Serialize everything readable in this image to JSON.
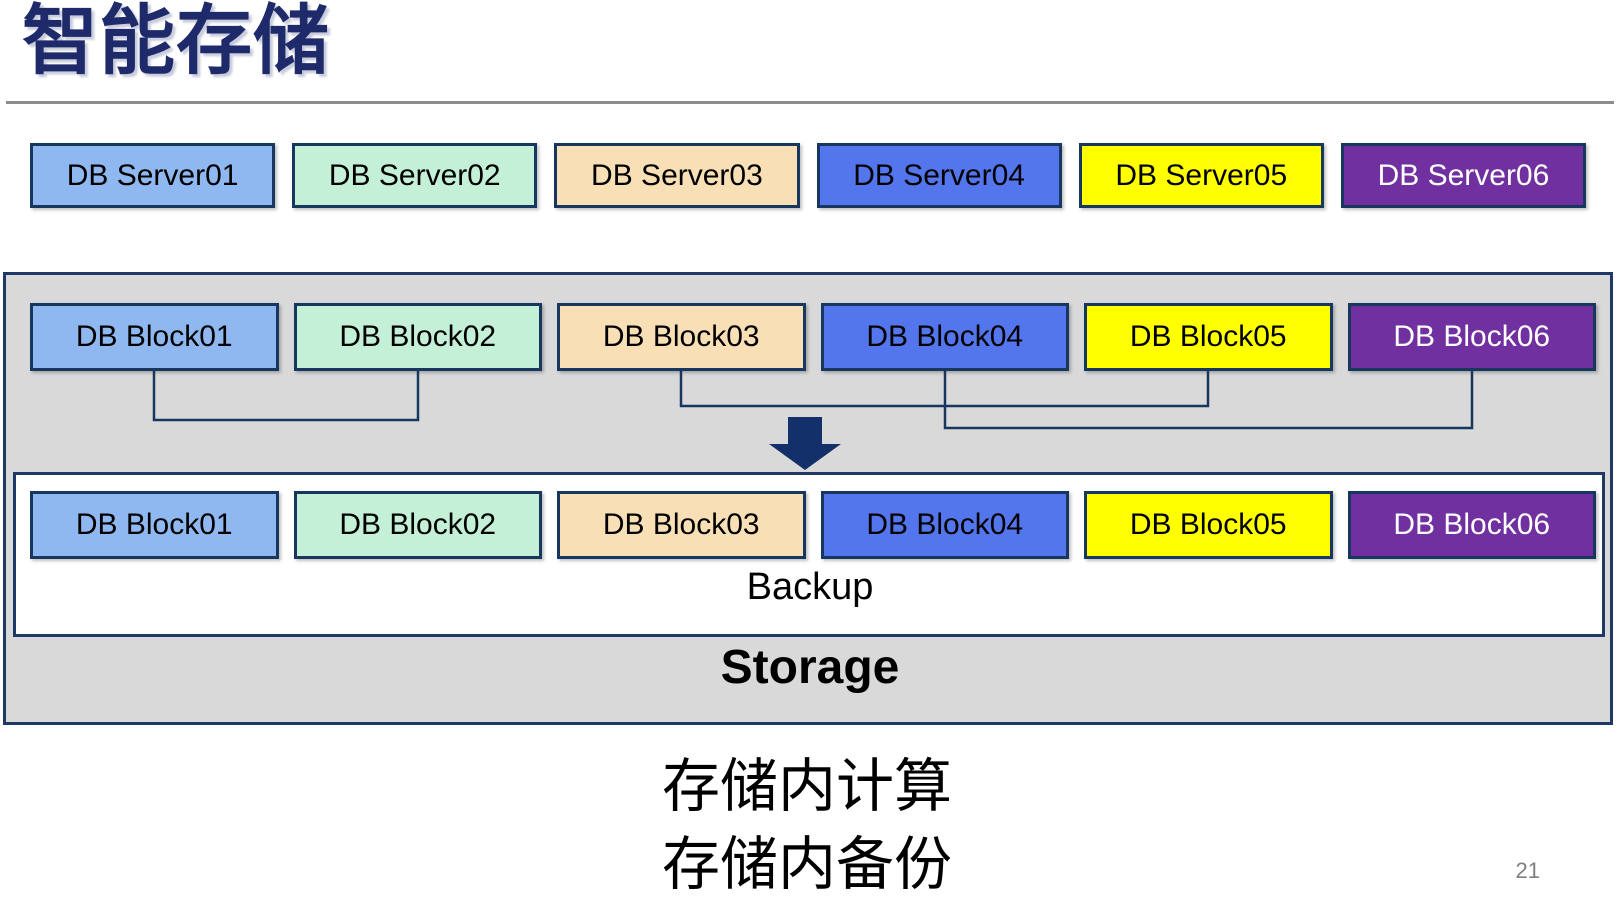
{
  "slide": {
    "title": "智能存储",
    "page_number": "21",
    "caption": {
      "line1": "存储内计算",
      "line2": "存储内备份"
    }
  },
  "server_row": [
    {
      "label": "DB Server01",
      "bg": "#8FB8F0",
      "fg": "#000000"
    },
    {
      "label": "DB Server02",
      "bg": "#C5F0D8",
      "fg": "#000000"
    },
    {
      "label": "DB Server03",
      "bg": "#F8DFB5",
      "fg": "#000000"
    },
    {
      "label": "DB Server04",
      "bg": "#5376EC",
      "fg": "#000000"
    },
    {
      "label": "DB Server05",
      "bg": "#FFFF00",
      "fg": "#000000"
    },
    {
      "label": "DB Server06",
      "bg": "#7030A0",
      "fg": "#FFFFFF"
    }
  ],
  "storage": {
    "label": "Storage",
    "backup_label": "Backup",
    "blocks_upper": [
      {
        "label": "DB Block01",
        "bg": "#8FB8F0",
        "fg": "#000000"
      },
      {
        "label": "DB Block02",
        "bg": "#C5F0D8",
        "fg": "#000000"
      },
      {
        "label": "DB Block03",
        "bg": "#F8DFB5",
        "fg": "#000000"
      },
      {
        "label": "DB Block04",
        "bg": "#5376EC",
        "fg": "#000000"
      },
      {
        "label": "DB Block05",
        "bg": "#FFFF00",
        "fg": "#000000"
      },
      {
        "label": "DB Block06",
        "bg": "#7030A0",
        "fg": "#FFFFFF"
      }
    ],
    "blocks_lower": [
      {
        "label": "DB Block01",
        "bg": "#8FB8F0",
        "fg": "#000000"
      },
      {
        "label": "DB Block02",
        "bg": "#C5F0D8",
        "fg": "#000000"
      },
      {
        "label": "DB Block03",
        "bg": "#F8DFB5",
        "fg": "#000000"
      },
      {
        "label": "DB Block04",
        "bg": "#5376EC",
        "fg": "#000000"
      },
      {
        "label": "DB Block05",
        "bg": "#FFFF00",
        "fg": "#000000"
      },
      {
        "label": "DB Block06",
        "bg": "#7030A0",
        "fg": "#FFFFFF"
      }
    ]
  },
  "colors": {
    "title": "#1F2A6B",
    "box_border": "#17375E",
    "container_fill": "#D9D9D9",
    "container_border": "#1F3864",
    "connector": "#17375E",
    "arrow": "#14306A",
    "divider": "#8C8C8C",
    "page_number": "#7F7F7F"
  }
}
